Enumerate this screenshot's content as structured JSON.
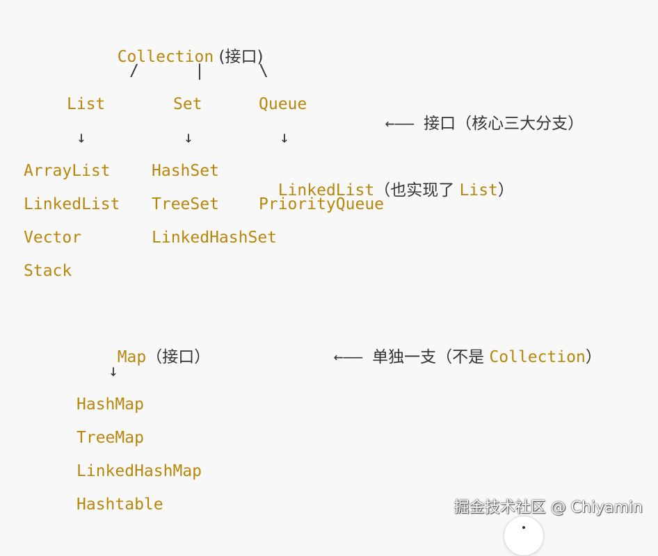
{
  "hierarchy": {
    "collection": {
      "name": "Collection",
      "suffix": " (接口)"
    },
    "branch_slashes": {
      "left": "/",
      "mid": "|",
      "right": "\\"
    },
    "interfaces": {
      "list": "List",
      "set": "Set",
      "queue": "Queue"
    },
    "interfaces_note": {
      "arrow": "←—— ",
      "text": "接口（核心三大分支）"
    },
    "down_arrow": "↓",
    "list_impls": [
      "ArrayList",
      "LinkedList",
      "Vector",
      "Stack"
    ],
    "set_impls": [
      "HashSet",
      "TreeSet",
      "LinkedHashSet"
    ],
    "queue_impls": {
      "linkedlist": "LinkedList",
      "linkedlist_note_pre": "（也实现了 ",
      "linkedlist_note_code": "List",
      "linkedlist_note_post": "）",
      "priorityqueue": "PriorityQueue"
    },
    "map": {
      "name": "Map",
      "suffix": "（接口）"
    },
    "map_note": {
      "arrow": "←—— ",
      "text_pre": "单独一支（不是 ",
      "code": "Collection",
      "text_post": "）"
    },
    "map_impls": [
      "HashMap",
      "TreeMap",
      "LinkedHashMap",
      "Hashtable"
    ]
  },
  "watermark": "掘金技术社区 @ Chiyamin"
}
